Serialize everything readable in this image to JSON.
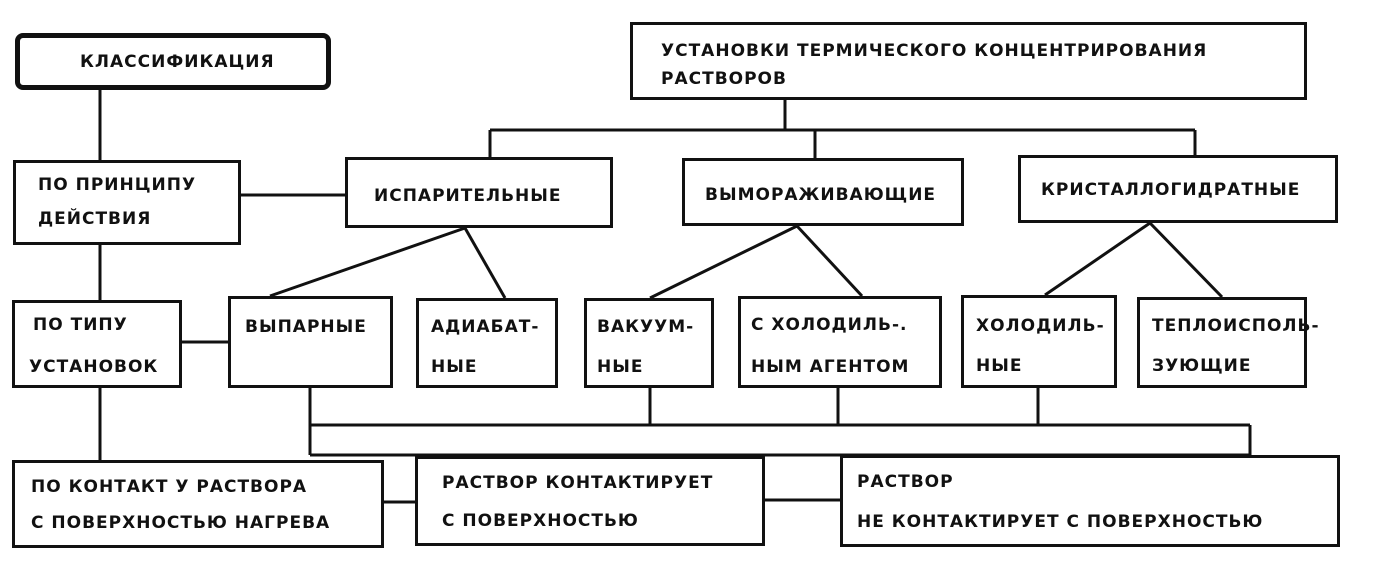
{
  "classification": {
    "title": "КЛАССИФИКАЦИЯ",
    "by_principle": [
      "ПО ПРИНЦИПУ",
      "ДЕЙСТВИЯ"
    ],
    "by_type": [
      "ПО ТИПУ",
      "УСТАНОВОК"
    ],
    "by_contact": [
      "ПО КОНТАКТ У РАСТВОРА",
      "С  ПОВЕРХНОСТЬЮ НАГРЕВА"
    ]
  },
  "root": [
    "УСТАНОВКИ ТЕРМИЧЕСКОГО КОНЦЕНТРИРОВАНИЯ",
    "РАСТВОРОВ"
  ],
  "principles": {
    "evaporative": "ИСПАРИТЕЛЬНЫЕ",
    "freezing": "ВЫМОРАЖИВАЮЩИЕ",
    "crystallohydrate": "КРИСТАЛЛОГИДРАТНЫЕ"
  },
  "types": {
    "evaporating": "ВЫПАРНЫЕ",
    "adiabatic": [
      "АДИАБАТ-",
      "НЫЕ"
    ],
    "vacuum": [
      "ВАКУУМ-",
      "НЫЕ"
    ],
    "refrigerant_agent": [
      "С ХОЛОДИЛЬ-.",
      "НЫМ АГЕНТОМ"
    ],
    "refrigerating": [
      "ХОЛОДИЛЬ-",
      "НЫЕ"
    ],
    "heat_using": [
      "ТЕПЛОИСПОЛЬ-",
      "ЗУЮЩИЕ"
    ]
  },
  "contact": {
    "contacts": [
      "РАСТВОР КОНТАКТИРУЕТ",
      "С ПОВЕРХНОСТЬЮ"
    ],
    "no_contact": [
      "РАСТВОР",
      "НЕ  КОНТАКТИРУЕТ С ПОВЕРХНОСТЬЮ"
    ]
  }
}
